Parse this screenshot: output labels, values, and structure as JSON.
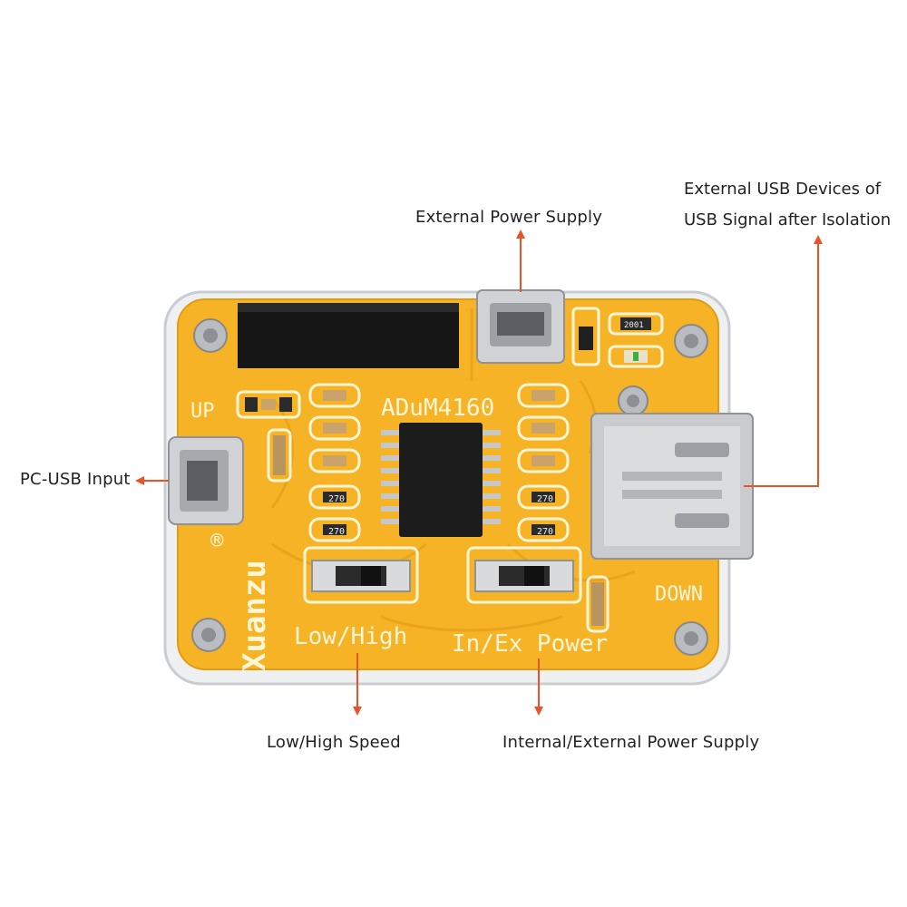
{
  "callouts": {
    "external_power_supply": "External Power Supply",
    "external_usb_line1": "External USB Devices of",
    "external_usb_line2": "USB Signal after Isolation",
    "pc_usb_input": "PC-USB Input",
    "low_high_speed": "Low/High Speed",
    "internal_external_power": "Internal/External Power Supply"
  },
  "board": {
    "chip_label": "ADuM4160",
    "up_label": "UP",
    "down_label": "DOWN",
    "switch1_label": "Low/High",
    "switch2_label": "In/Ex Power",
    "brand": "Xuanzu",
    "resistor_code_a": "270",
    "resistor_code_b": "2001"
  },
  "colors": {
    "pcb": "#f6b325",
    "pcb_dark": "#d89412",
    "arrow": "#e8542a",
    "silk": "#fff6d6",
    "metal": "#c8c8c8",
    "ic": "#1c1c1c"
  }
}
